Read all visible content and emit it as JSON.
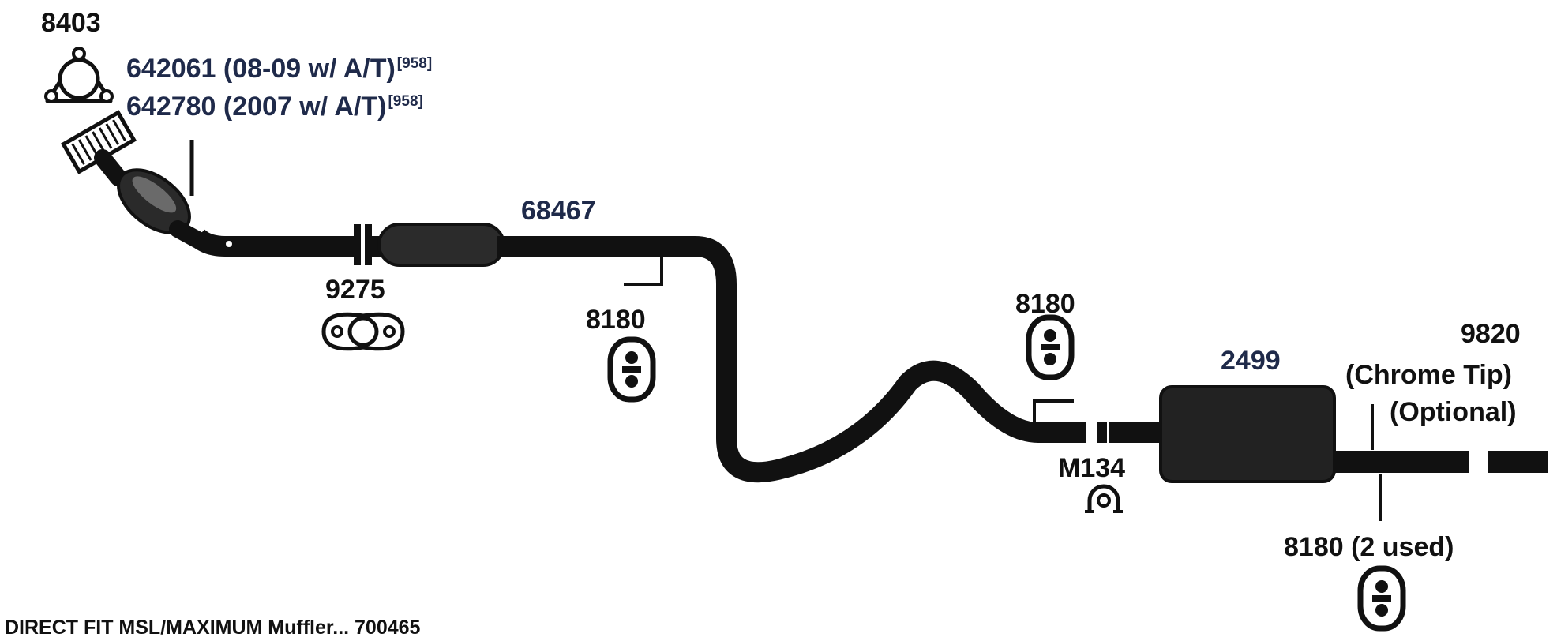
{
  "labels": {
    "gasket_top": "8403",
    "cat1_part": "642061 (08-09 w/ A/T)",
    "cat1_note": "[958]",
    "cat2_part": "642780 (2007 w/ A/T)",
    "cat2_note": "[958]",
    "pipe": "68467",
    "flange_gasket": "9275",
    "hanger_left": "8180",
    "hanger_mid": "8180",
    "muffler": "2499",
    "tip_part": "9820",
    "tip_name": "(Chrome Tip)",
    "tip_optional": "(Optional)",
    "clamp": "M134",
    "hanger_right": "8180 (2 used)"
  },
  "footer": "DIRECT FIT MSL/MAXIMUM Muffler... 700465",
  "colors": {
    "ink": "#111111",
    "label_blue": "#1f2a4a"
  }
}
